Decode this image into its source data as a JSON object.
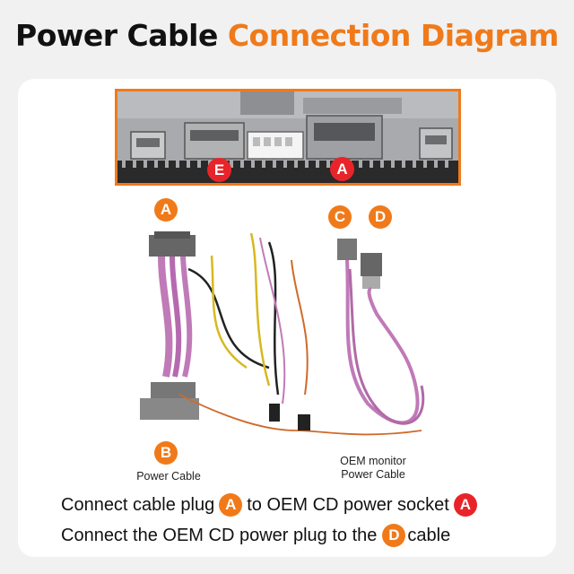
{
  "title": {
    "part1": "Power Cable",
    "part2": "Connection Diagram"
  },
  "photo_badges": {
    "left": "E",
    "right": "A"
  },
  "harness_badges": {
    "a": "A",
    "b": "B",
    "c": "C",
    "d": "D"
  },
  "labels": {
    "power_cable": "Power Cable",
    "oem_line1": "OEM monitor",
    "oem_line2": "Power Cable"
  },
  "instructions": [
    {
      "before": "Connect cable plug",
      "badge1": "A",
      "middle": "to OEM CD power socket",
      "badge2": "A"
    },
    {
      "before": "Connect the OEM CD power plug to the",
      "badge": "D",
      "after": "cable"
    }
  ],
  "colors": {
    "accent": "#f07a1a",
    "red": "#e8242a",
    "wire_purple": "#c07ab8",
    "wire_yellow": "#d8b820"
  }
}
